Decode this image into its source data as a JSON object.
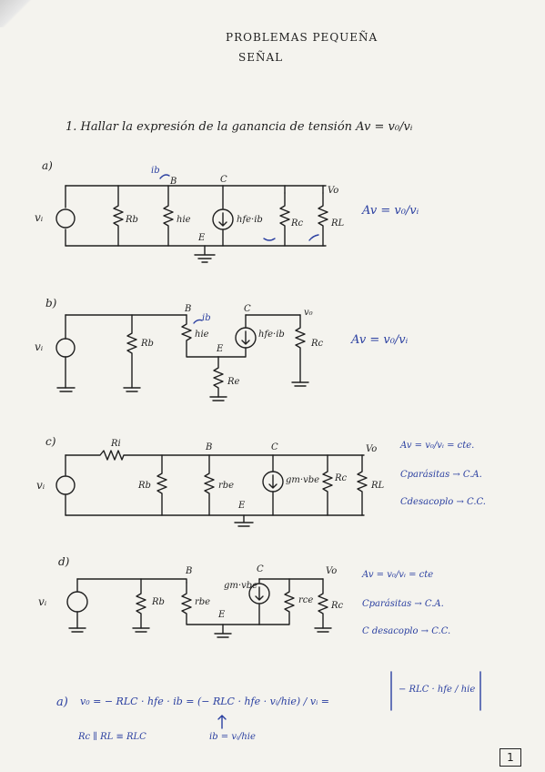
{
  "title": {
    "line1": "PROBLEMAS PEQUEÑA",
    "line2": "SEÑAL"
  },
  "problem": {
    "statement": "1. Hallar la expresión de la ganancia de tensión Av = v₀/vᵢ"
  },
  "circuits": {
    "a": {
      "label": "a)",
      "labels": {
        "vi": "vᵢ",
        "rb": "Rb",
        "hie": "hie",
        "source": "hfe·ib",
        "rc": "Rc",
        "rl": "RL",
        "ib": "ib",
        "b": "B",
        "c": "C",
        "e": "E",
        "vo": "Vo"
      },
      "gain": "Av = v₀/vᵢ"
    },
    "b": {
      "label": "b)",
      "labels": {
        "vi": "vᵢ",
        "rb": "Rb",
        "hie": "hie",
        "source": "hfe·ib",
        "rc": "Rc",
        "re": "Re",
        "ib": "ib",
        "b": "B",
        "c": "C",
        "e": "E",
        "vo": "v₀"
      },
      "gain": "Av = v₀/vᵢ"
    },
    "c": {
      "label": "c)",
      "labels": {
        "vi": "vᵢ",
        "ri": "Ri",
        "rb": "Rb",
        "rbe": "rbe",
        "source": "gm·vbe",
        "rc": "Rc",
        "rl": "RL",
        "b": "B",
        "c": "C",
        "e": "E",
        "vo": "Vo"
      },
      "gain": "Av = v₀/vᵢ = cte.",
      "notes": [
        "Cparásitas → C.A.",
        "Cdesacoplo → C.C."
      ]
    },
    "d": {
      "label": "d)",
      "labels": {
        "vi": "vᵢ",
        "rb": "Rb",
        "rbe": "rbe",
        "source": "gm·vbe",
        "rce": "rce",
        "rc": "Rc",
        "b": "B",
        "c": "C",
        "e": "E",
        "vo": "Vo"
      },
      "gain": "Av = v₀/vᵢ = cte",
      "notes": [
        "Cparásitas → C.A.",
        "C desacoplo → C.C."
      ]
    }
  },
  "solution": {
    "label": "a)",
    "line1": "v₀ = − RLC · hfe · ib = (− RLC · hfe · vᵢ/hie) / vᵢ =",
    "result": "− RLC · hfe / hie",
    "line2a": "Rc ∥ RL ≡ RLC",
    "line2b": "ib = vᵢ/hie"
  },
  "page_number": "1"
}
